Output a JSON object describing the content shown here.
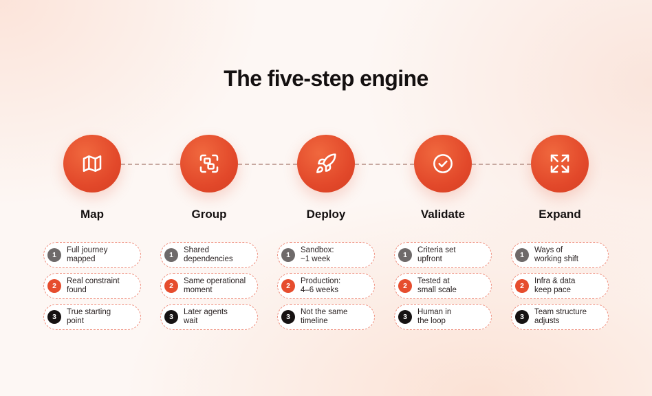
{
  "title": "The five-step engine",
  "colors": {
    "accent": "#e64d2e",
    "dark_badge": "#161212",
    "grey_badge": "#6e6a6a",
    "dashed_border": "#ee8a78"
  },
  "steps": [
    {
      "title": "Map",
      "icon": "map-icon",
      "items": [
        {
          "num": "1",
          "text": "Full journey\nmapped"
        },
        {
          "num": "2",
          "text": "Real constraint\nfound"
        },
        {
          "num": "3",
          "text": "True starting\npoint"
        }
      ]
    },
    {
      "title": "Group",
      "icon": "group-icon",
      "items": [
        {
          "num": "1",
          "text": "Shared\ndependencies"
        },
        {
          "num": "2",
          "text": "Same operational\nmoment"
        },
        {
          "num": "3",
          "text": "Later agents\nwait"
        }
      ]
    },
    {
      "title": "Deploy",
      "icon": "rocket-icon",
      "items": [
        {
          "num": "1",
          "text": "Sandbox:\n~1 week"
        },
        {
          "num": "2",
          "text": "Production:\n4–6 weeks"
        },
        {
          "num": "3",
          "text": "Not the same\ntimeline"
        }
      ]
    },
    {
      "title": "Validate",
      "icon": "check-circle-icon",
      "items": [
        {
          "num": "1",
          "text": "Criteria set\nupfront"
        },
        {
          "num": "2",
          "text": "Tested at\nsmall scale"
        },
        {
          "num": "3",
          "text": "Human in\nthe loop"
        }
      ]
    },
    {
      "title": "Expand",
      "icon": "expand-icon",
      "items": [
        {
          "num": "1",
          "text": "Ways of\nworking shift"
        },
        {
          "num": "2",
          "text": "Infra & data\nkeep pace"
        },
        {
          "num": "3",
          "text": "Team structure\nadjusts"
        }
      ]
    }
  ]
}
